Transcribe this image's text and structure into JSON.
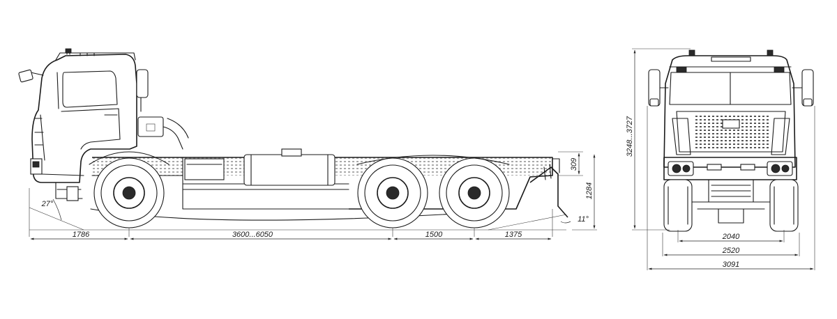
{
  "dimensions": {
    "front_overhang": "1786",
    "wheelbase": "3600...6050",
    "bogie_spacing": "1500",
    "rear_overhang": "1375",
    "frame_height": "309",
    "frame_ground_height": "1284",
    "approach_angle": "27°",
    "departure_angle": "11°",
    "track_width": "2040",
    "body_width": "2520",
    "mirror_width": "3091",
    "total_height": "3248...3727"
  },
  "colors": {
    "line": "#1a1a1a",
    "background": "#ffffff"
  }
}
